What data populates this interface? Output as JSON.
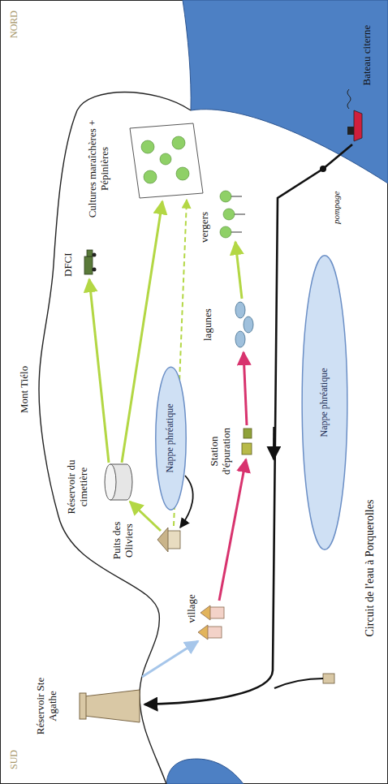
{
  "diagram": {
    "caption": "Circuit de l'eau à Porquerolles",
    "nodes": [
      {
        "text": [
          "Nappe phréatique"
        ]
      },
      {
        "text": [
          "Nappe phréatique"
        ]
      }
    ],
    "labels": [
      "SUD",
      "NORD",
      "Mont Tiélo",
      "Réservoir du cimetière",
      "DFCI",
      "Cultures maraîchères + Pépinières",
      "Bateau citerne",
      "Puits des Oliviers",
      "Station d'épuration",
      "lagunes",
      "vergers",
      "pompage",
      "village",
      "Réservoir Ste Agathe"
    ]
  }
}
